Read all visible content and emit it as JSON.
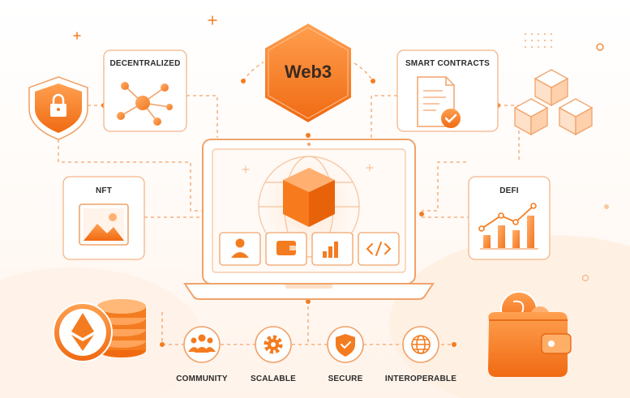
{
  "center": {
    "title": "Web3"
  },
  "cards": {
    "decentralized": "DECENTRALIZED",
    "smart_contracts": "SMART CONTRACTS",
    "nft": "NFT",
    "defi": "DEFI"
  },
  "features": [
    {
      "label": "COMMUNITY",
      "icon": "community-icon"
    },
    {
      "label": "SCALABLE",
      "icon": "gear-icon"
    },
    {
      "label": "SECURE",
      "icon": "shield-check-icon"
    },
    {
      "label": "INTEROPERABLE",
      "icon": "globe-icon"
    }
  ],
  "colors": {
    "accent": "#f47c20",
    "accent_light": "#ffd9bd",
    "outline": "#f0a36a",
    "text": "#2b2b2b"
  }
}
